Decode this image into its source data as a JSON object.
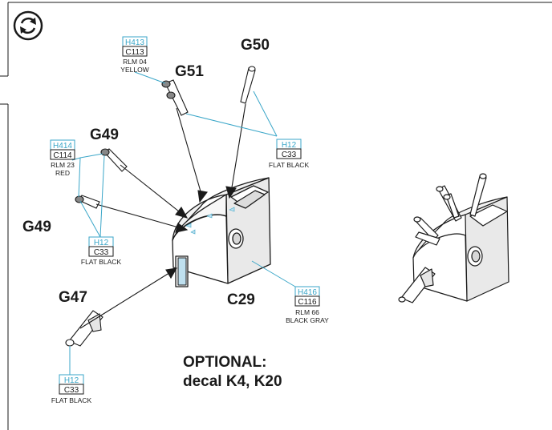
{
  "parts": {
    "g51": "G51",
    "g50": "G50",
    "g49a": "G49",
    "g49b": "G49",
    "g47": "G47",
    "c29": "C29"
  },
  "color_callouts": [
    {
      "id": "yellow",
      "h": "H413",
      "c": "C113",
      "l1": "RLM 04",
      "l2": "YELLOW"
    },
    {
      "id": "red",
      "h": "H414",
      "c": "C114",
      "l1": "RLM 23",
      "l2": "RED"
    },
    {
      "id": "black1",
      "h": "H12",
      "c": "C33",
      "l1": "FLAT BLACK",
      "l2": ""
    },
    {
      "id": "black2",
      "h": "H12",
      "c": "C33",
      "l1": "FLAT BLACK",
      "l2": ""
    },
    {
      "id": "black3",
      "h": "H12",
      "c": "C33",
      "l1": "FLAT BLACK",
      "l2": ""
    },
    {
      "id": "blackgray",
      "h": "H416",
      "c": "C116",
      "l1": "RLM 66",
      "l2": "BLACK GRAY"
    }
  ],
  "optional_note": {
    "line1": "OPTIONAL:",
    "line2": "decal K4, K20"
  },
  "colors": {
    "accent": "#3aa6c8",
    "ink": "#1a1a1a",
    "face_top": "#f2f2f2",
    "face_front": "#ffffff",
    "face_side": "#e6e6e6",
    "glue_blue": "#bfe0ef"
  },
  "icons": [
    "rotate-icon"
  ]
}
